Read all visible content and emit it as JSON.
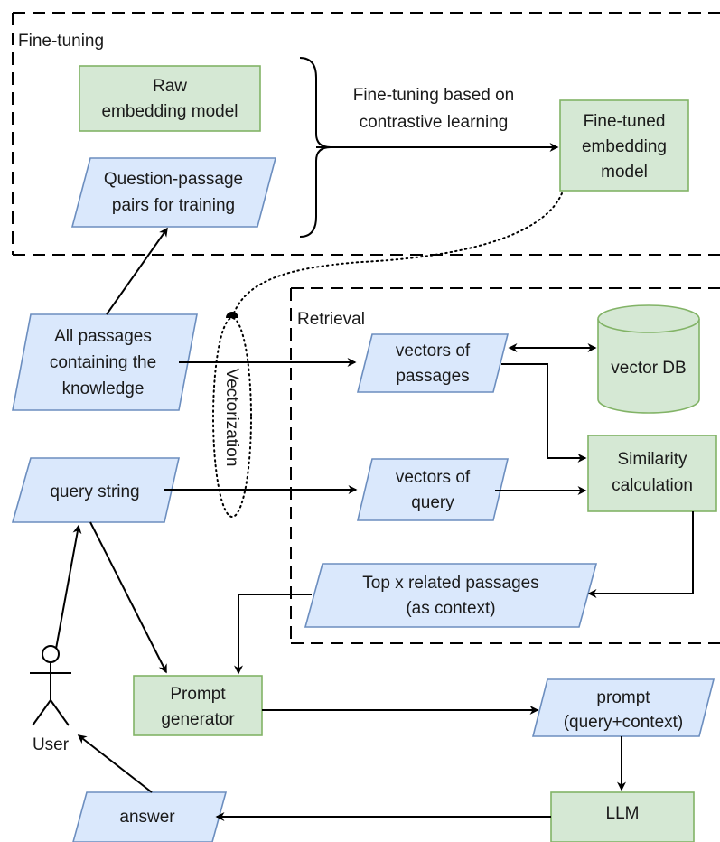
{
  "groups": {
    "fine_tuning": "Fine-tuning",
    "retrieval": "Retrieval"
  },
  "nodes": {
    "raw_model": [
      "Raw",
      "embedding model"
    ],
    "qp_pairs": [
      "Question-passage",
      "pairs for training"
    ],
    "finetune_edge": [
      "Fine-tuning based on",
      "contrastive learning"
    ],
    "finetuned_model": [
      "Fine-tuned",
      "embedding",
      "model"
    ],
    "all_passages": [
      "All passages",
      "containing the",
      "knowledge"
    ],
    "vectorization": "Vectorization",
    "vectors_passages": [
      "vectors of",
      "passages"
    ],
    "vector_db": "vector DB",
    "query_string": "query string",
    "vectors_query": [
      "vectors of",
      "query"
    ],
    "similarity": [
      "Similarity",
      "calculation"
    ],
    "top_passages": [
      "Top x related passages",
      "(as context)"
    ],
    "prompt_generator": [
      "Prompt",
      "generator"
    ],
    "prompt": [
      "prompt",
      "(query+context)"
    ],
    "user": "User",
    "answer": "answer",
    "llm": "LLM"
  },
  "colors": {
    "green_fill": "#d5e8d4",
    "green_stroke": "#82b366",
    "blue_fill": "#dae8fc",
    "blue_stroke": "#6c8ebf"
  }
}
